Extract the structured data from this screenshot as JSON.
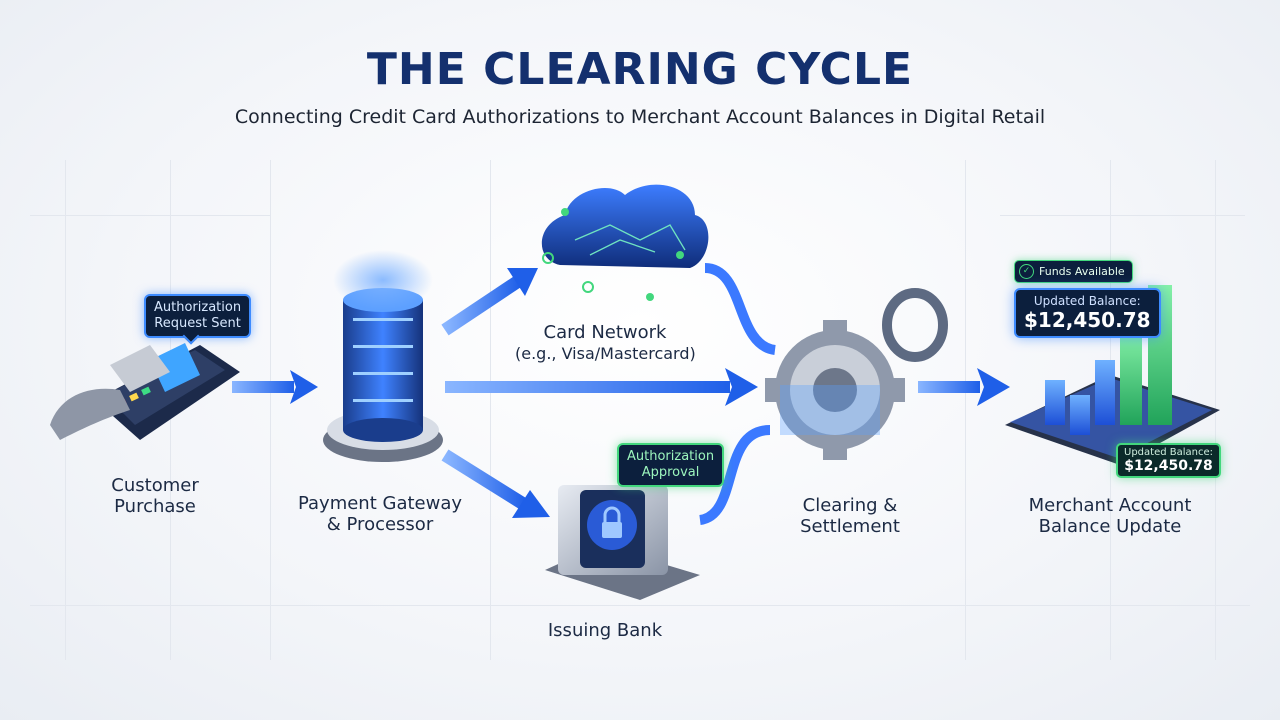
{
  "header": {
    "title": "THE CLEARING CYCLE",
    "subtitle": "Connecting Credit Card Authorizations to Merchant Account Balances in Digital Retail"
  },
  "stages": {
    "customer": {
      "lines": [
        "Customer",
        "Purchase"
      ]
    },
    "gateway": {
      "lines": [
        "Payment Gateway",
        "& Processor"
      ]
    },
    "network": {
      "name": "Card Network",
      "example": "(e.g., Visa/Mastercard)"
    },
    "bank": {
      "name": "Issuing Bank"
    },
    "clearing": {
      "lines": [
        "Clearing &",
        "Settlement"
      ]
    },
    "merchant": {
      "lines": [
        "Merchant Account",
        "Balance Update"
      ]
    }
  },
  "callouts": {
    "auth_request": [
      "Authorization",
      "Request Sent"
    ],
    "auth_approval": [
      "Authorization",
      "Approval"
    ],
    "funds_available": "Funds Available",
    "balance_main": {
      "caption": "Updated Balance:",
      "amount": "$12,450.78"
    },
    "balance_small": {
      "caption": "Updated Balance:",
      "amount": "$12,450.78"
    }
  },
  "colors": {
    "title": "#14306e",
    "accent_blue": "#1f6fff",
    "accent_green": "#42d77d",
    "panel_dark": "#0c1f3d"
  },
  "icons": [
    "payment-terminal-icon",
    "server-stack-icon",
    "globe-cloud-icon",
    "bank-vault-lock-icon",
    "gear-icon",
    "bar-chart-tablet-icon"
  ]
}
